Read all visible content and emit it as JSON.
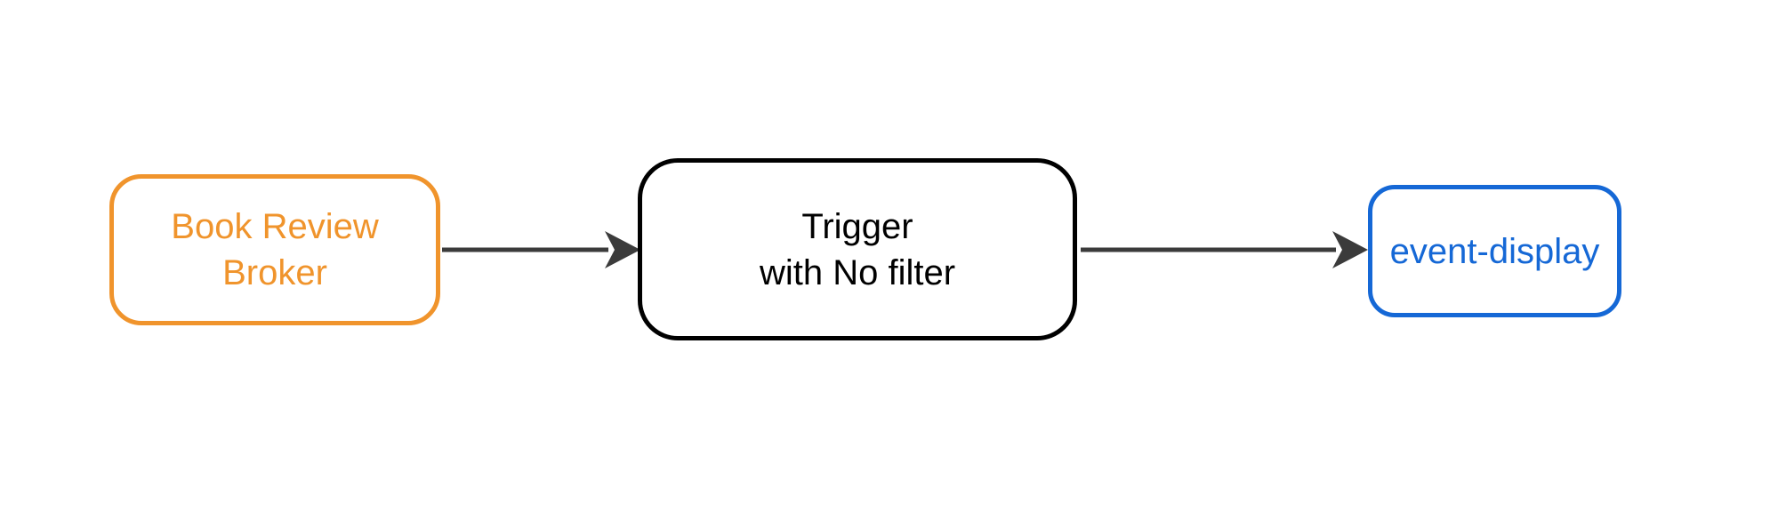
{
  "diagram": {
    "type": "flowchart-left-to-right",
    "nodes": [
      {
        "id": "broker",
        "label": "Book Review\nBroker",
        "shape": "rounded-rectangle",
        "color": "#f0942c"
      },
      {
        "id": "trigger",
        "label": "Trigger\nwith No filter",
        "shape": "rounded-rectangle",
        "color": "#000000"
      },
      {
        "id": "event-display",
        "label": "event-display",
        "shape": "rounded-rectangle",
        "color": "#1568d6"
      }
    ],
    "edges": [
      {
        "from": "broker",
        "to": "trigger",
        "style": "solid-arrow"
      },
      {
        "from": "trigger",
        "to": "event-display",
        "style": "solid-arrow"
      }
    ]
  },
  "colors": {
    "broker": "#f0942c",
    "trigger": "#000000",
    "event-display": "#1568d6",
    "arrow": "#3b3b3b",
    "background": "#ffffff"
  }
}
